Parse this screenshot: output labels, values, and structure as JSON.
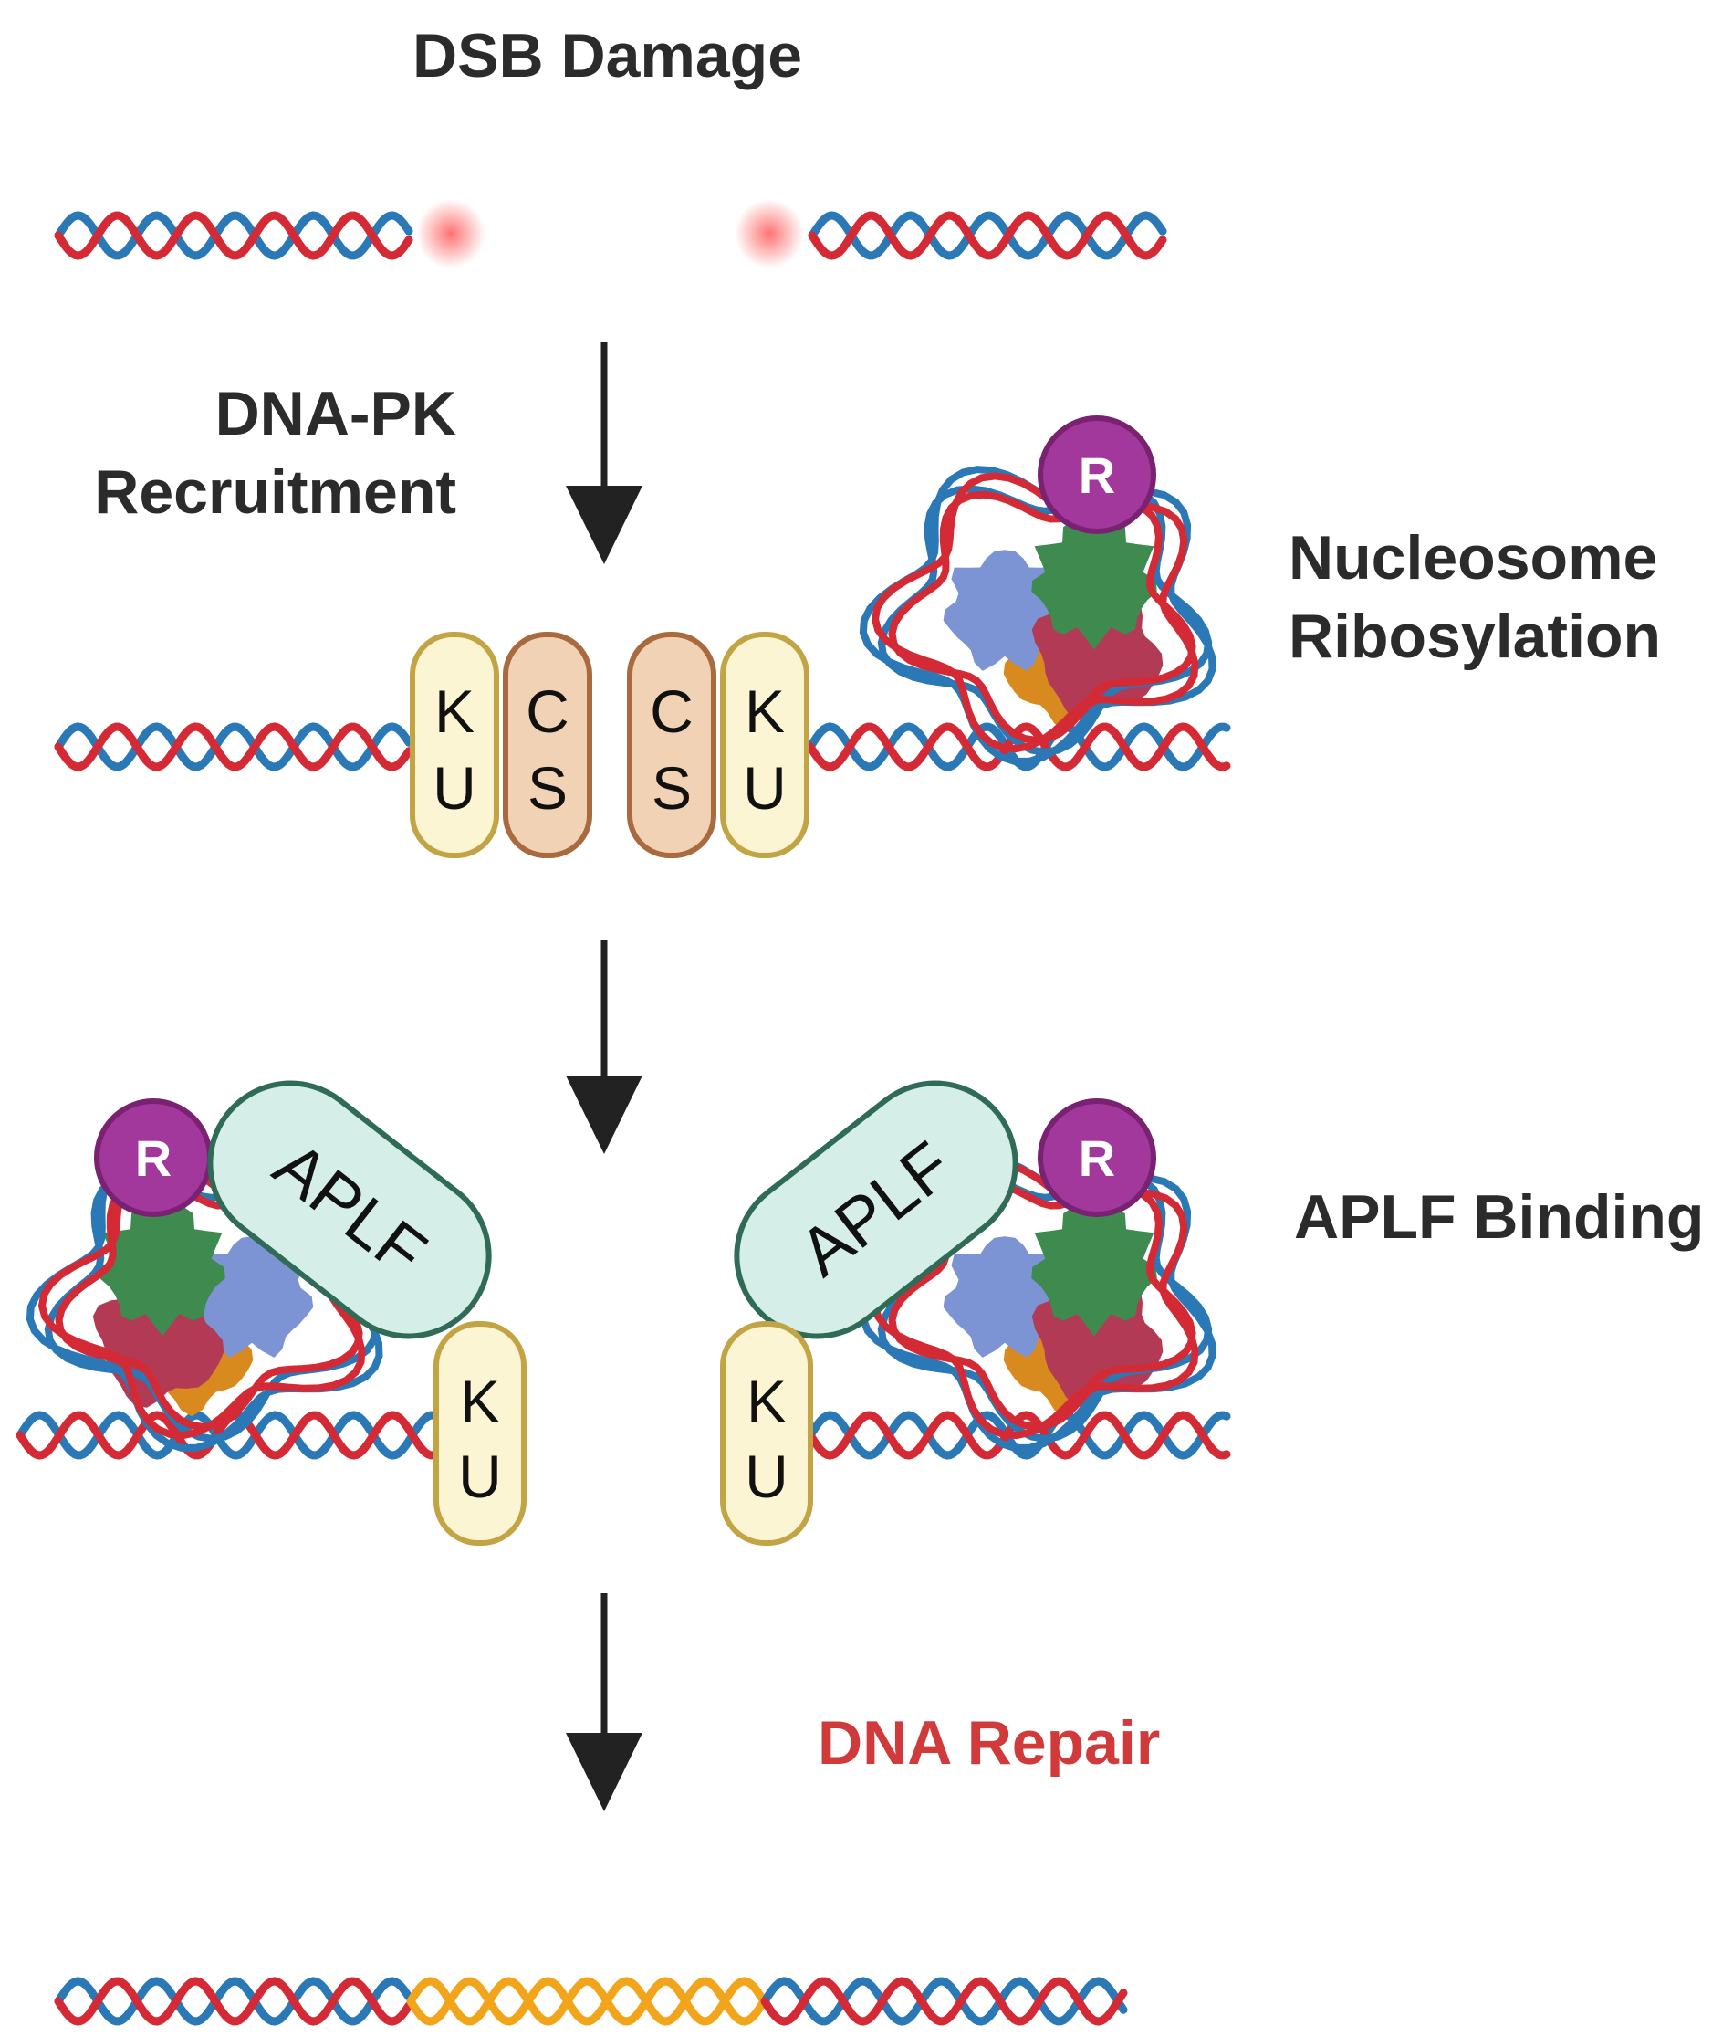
{
  "labels": {
    "dsb_damage": "DSB Damage",
    "dnapk_line1": "DNA-PK",
    "dnapk_line2": "Recruitment",
    "nucleosome_line1": "Nucleosome",
    "nucleosome_line2": "Ribosylation",
    "aplf_binding": "APLF Binding",
    "dna_repair": "DNA Repair"
  },
  "proteins": {
    "ku_top": "K",
    "ku_bottom": "U",
    "cs_top": "C",
    "cs_bottom": "S",
    "aplf": "APLF",
    "ribose_marker": "R"
  },
  "colors": {
    "strand_red": "#d42a35",
    "strand_blue": "#2a78b6",
    "strand_repair": "#f2a51a",
    "ku_fill": "#fcf5d4",
    "ku_stroke": "#c3a445",
    "cs_fill": "#f2d2b5",
    "cs_stroke": "#a86a3e",
    "aplf_fill": "#d5efe8",
    "aplf_stroke": "#2f6b57",
    "ribose_fill": "#a2379c",
    "damage_glow": "#ff6b6b",
    "histone_green": "#3f8a4f",
    "histone_blue": "#7c94d4",
    "histone_orange": "#d98a1f",
    "histone_red": "#b23a55",
    "arrow": "#222222",
    "label_text": "#2b2b2b",
    "repair_text": "#d03a3a"
  }
}
